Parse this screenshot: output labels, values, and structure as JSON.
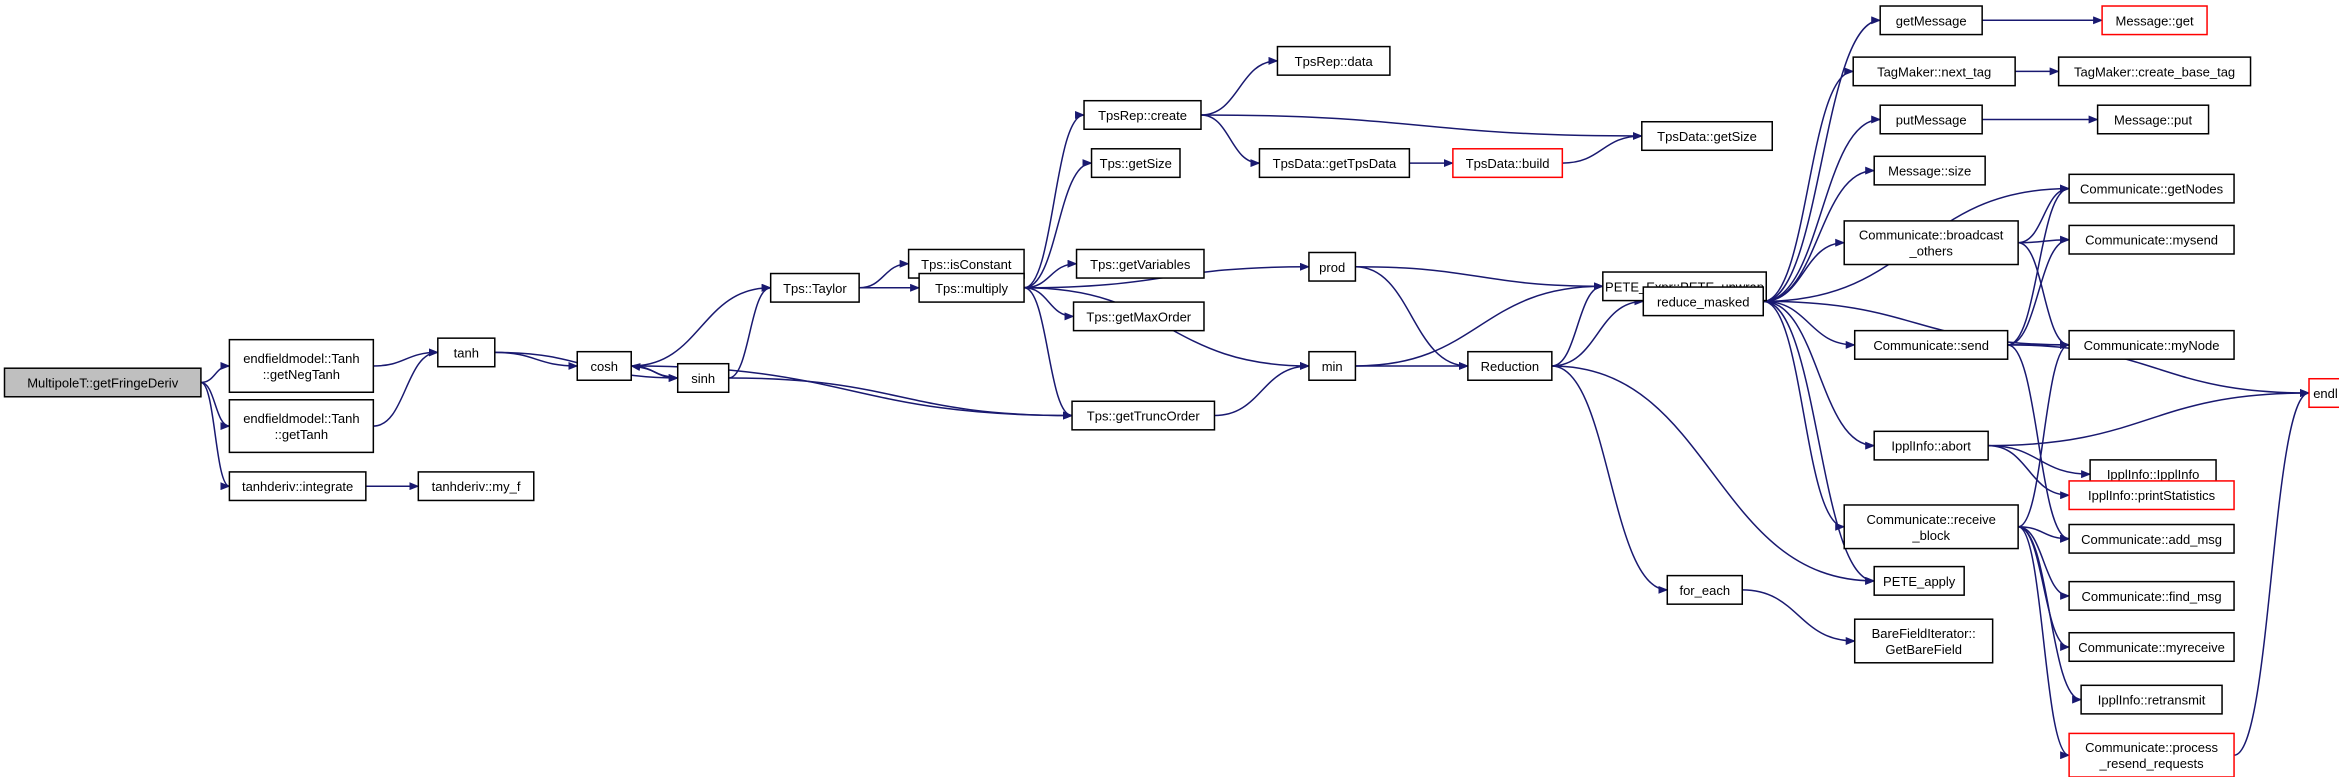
{
  "colors": {
    "edge": "#191970",
    "root_fill": "#bfbfbf",
    "external_border": "#ff0000",
    "node_border": "#000000"
  },
  "nodes": [
    {
      "id": "n0",
      "lines": [
        "MultipoleT::getFringeDeriv"
      ],
      "root": true
    },
    {
      "id": "n1",
      "lines": [
        "endfieldmodel::Tanh",
        "::getNegTanh"
      ]
    },
    {
      "id": "n2",
      "lines": [
        "endfieldmodel::Tanh",
        "::getTanh"
      ]
    },
    {
      "id": "n3",
      "lines": [
        "tanhderiv::integrate"
      ]
    },
    {
      "id": "n4",
      "lines": [
        "tanh"
      ]
    },
    {
      "id": "n5",
      "lines": [
        "tanhderiv::my_f"
      ]
    },
    {
      "id": "n6",
      "lines": [
        "cosh"
      ]
    },
    {
      "id": "n7",
      "lines": [
        "sinh"
      ]
    },
    {
      "id": "n8",
      "lines": [
        "Tps::Taylor"
      ]
    },
    {
      "id": "n9",
      "lines": [
        "Tps::getTruncOrder"
      ]
    },
    {
      "id": "n10",
      "lines": [
        "Tps::isConstant"
      ]
    },
    {
      "id": "n11",
      "lines": [
        "Tps::multiply"
      ]
    },
    {
      "id": "n12",
      "lines": [
        "TpsRep::create"
      ]
    },
    {
      "id": "n13",
      "lines": [
        "Tps::getSize"
      ]
    },
    {
      "id": "n14",
      "lines": [
        "Tps::getVariables"
      ]
    },
    {
      "id": "n15",
      "lines": [
        "Tps::getMaxOrder"
      ]
    },
    {
      "id": "n16",
      "lines": [
        "prod"
      ]
    },
    {
      "id": "n17",
      "lines": [
        "min"
      ]
    },
    {
      "id": "n18",
      "lines": [
        "TpsRep::data"
      ]
    },
    {
      "id": "n19",
      "lines": [
        "TpsData::getTpsData"
      ]
    },
    {
      "id": "n20",
      "lines": [
        "TpsData::getSize"
      ]
    },
    {
      "id": "n21",
      "lines": [
        "TpsData::build"
      ],
      "external": true
    },
    {
      "id": "n22",
      "lines": [
        "PETE_Expr::PETE_unwrap"
      ]
    },
    {
      "id": "n23",
      "lines": [
        "Reduction"
      ]
    },
    {
      "id": "n24",
      "lines": [
        "reduce_masked"
      ]
    },
    {
      "id": "n25",
      "lines": [
        "for_each"
      ]
    },
    {
      "id": "n26",
      "lines": [
        "PETE_apply"
      ]
    },
    {
      "id": "n27",
      "lines": [
        "BareFieldIterator::",
        "GetBareField"
      ]
    },
    {
      "id": "n28",
      "lines": [
        "getMessage"
      ]
    },
    {
      "id": "n29",
      "lines": [
        "TagMaker::next_tag"
      ]
    },
    {
      "id": "n30",
      "lines": [
        "putMessage"
      ]
    },
    {
      "id": "n31",
      "lines": [
        "Message::size"
      ]
    },
    {
      "id": "n32",
      "lines": [
        "Communicate::broadcast",
        "_others"
      ]
    },
    {
      "id": "n33",
      "lines": [
        "Communicate::send"
      ]
    },
    {
      "id": "n34",
      "lines": [
        "IpplInfo::abort"
      ]
    },
    {
      "id": "n35",
      "lines": [
        "Communicate::receive",
        "_block"
      ]
    },
    {
      "id": "n36",
      "lines": [
        "Message::get"
      ],
      "external": true
    },
    {
      "id": "n37",
      "lines": [
        "TagMaker::create_base_tag"
      ]
    },
    {
      "id": "n38",
      "lines": [
        "Message::put"
      ]
    },
    {
      "id": "n39",
      "lines": [
        "Communicate::getNodes"
      ]
    },
    {
      "id": "n40",
      "lines": [
        "Communicate::mysend"
      ]
    },
    {
      "id": "n41",
      "lines": [
        "Communicate::myNode"
      ]
    },
    {
      "id": "n42",
      "lines": [
        "endl"
      ],
      "external": true
    },
    {
      "id": "n43",
      "lines": [
        "IpplInfo::IpplInfo"
      ]
    },
    {
      "id": "n44",
      "lines": [
        "IpplInfo::printStatistics"
      ],
      "external": true
    },
    {
      "id": "n45",
      "lines": [
        "Communicate::add_msg"
      ]
    },
    {
      "id": "n46",
      "lines": [
        "Communicate::find_msg"
      ]
    },
    {
      "id": "n47",
      "lines": [
        "Communicate::myreceive"
      ]
    },
    {
      "id": "n48",
      "lines": [
        "IpplInfo::retransmit"
      ]
    },
    {
      "id": "n49",
      "lines": [
        "Communicate::process",
        "_resend_requests"
      ],
      "external": true
    }
  ],
  "edges": [
    [
      "n0",
      "n1"
    ],
    [
      "n0",
      "n2"
    ],
    [
      "n0",
      "n3"
    ],
    [
      "n1",
      "n4"
    ],
    [
      "n2",
      "n4"
    ],
    [
      "n3",
      "n5"
    ],
    [
      "n4",
      "n6"
    ],
    [
      "n4",
      "n7"
    ],
    [
      "n6",
      "n8"
    ],
    [
      "n6",
      "n7"
    ],
    [
      "n6",
      "n9"
    ],
    [
      "n7",
      "n6"
    ],
    [
      "n7",
      "n8"
    ],
    [
      "n7",
      "n9"
    ],
    [
      "n8",
      "n10"
    ],
    [
      "n8",
      "n11"
    ],
    [
      "n11",
      "n12"
    ],
    [
      "n11",
      "n13"
    ],
    [
      "n11",
      "n14"
    ],
    [
      "n11",
      "n15"
    ],
    [
      "n11",
      "n16"
    ],
    [
      "n11",
      "n17"
    ],
    [
      "n11",
      "n9"
    ],
    [
      "n9",
      "n17"
    ],
    [
      "n12",
      "n18"
    ],
    [
      "n12",
      "n19"
    ],
    [
      "n12",
      "n20"
    ],
    [
      "n19",
      "n21"
    ],
    [
      "n21",
      "n20"
    ],
    [
      "n16",
      "n22"
    ],
    [
      "n16",
      "n23"
    ],
    [
      "n17",
      "n22"
    ],
    [
      "n17",
      "n23"
    ],
    [
      "n23",
      "n22"
    ],
    [
      "n23",
      "n24"
    ],
    [
      "n23",
      "n25"
    ],
    [
      "n23",
      "n26"
    ],
    [
      "n25",
      "n27"
    ],
    [
      "n24",
      "n22"
    ],
    [
      "n24",
      "n28"
    ],
    [
      "n24",
      "n29"
    ],
    [
      "n24",
      "n30"
    ],
    [
      "n24",
      "n31"
    ],
    [
      "n24",
      "n39"
    ],
    [
      "n24",
      "n32"
    ],
    [
      "n24",
      "n33"
    ],
    [
      "n24",
      "n41"
    ],
    [
      "n24",
      "n34"
    ],
    [
      "n24",
      "n35"
    ],
    [
      "n24",
      "n26"
    ],
    [
      "n28",
      "n36"
    ],
    [
      "n29",
      "n37"
    ],
    [
      "n30",
      "n38"
    ],
    [
      "n32",
      "n39"
    ],
    [
      "n32",
      "n40"
    ],
    [
      "n32",
      "n41"
    ],
    [
      "n33",
      "n39"
    ],
    [
      "n33",
      "n40"
    ],
    [
      "n33",
      "n41"
    ],
    [
      "n33",
      "n42"
    ],
    [
      "n33",
      "n45"
    ],
    [
      "n34",
      "n42"
    ],
    [
      "n34",
      "n43"
    ],
    [
      "n34",
      "n44"
    ],
    [
      "n35",
      "n41"
    ],
    [
      "n35",
      "n45"
    ],
    [
      "n35",
      "n46"
    ],
    [
      "n35",
      "n47"
    ],
    [
      "n35",
      "n48"
    ],
    [
      "n35",
      "n49"
    ],
    [
      "n49",
      "n42"
    ]
  ]
}
